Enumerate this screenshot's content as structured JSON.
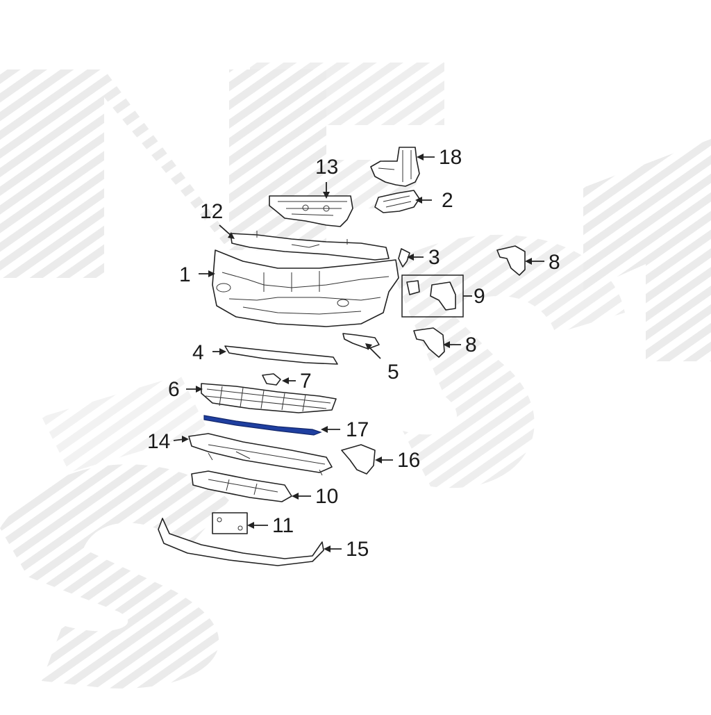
{
  "colors": {
    "line": "#222222",
    "highlight": "#1f3fa0",
    "watermark": "#dedede",
    "background": "#ffffff"
  },
  "callouts": {
    "c1": "1",
    "c2": "2",
    "c3": "3",
    "c4": "4",
    "c5": "5",
    "c6": "6",
    "c7": "7",
    "c8a": "8",
    "c8b": "8",
    "c9": "9",
    "c10": "10",
    "c11": "11",
    "c12": "12",
    "c13": "13",
    "c14": "14",
    "c15": "15",
    "c16": "16",
    "c17": "17",
    "c18": "18"
  },
  "highlighted_part": "17"
}
